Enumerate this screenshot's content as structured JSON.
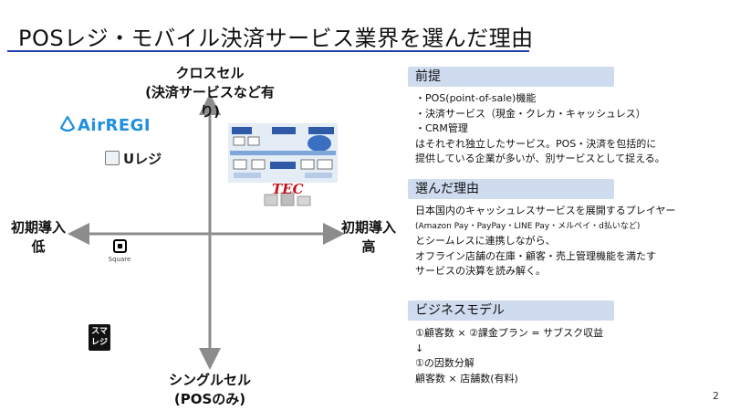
{
  "slide": {
    "title": "POSレジ・モバイル決済サービス業界を選んだ理由",
    "page_number": "2"
  },
  "quadrant": {
    "top_label_line1": "クロスセル",
    "top_label_line2": "(決済サービスなど有り)",
    "bottom_label_line1": "シングルセル",
    "bottom_label_line2": "(POSのみ)",
    "left_label_line1": "初期導入",
    "left_label_line2": "低",
    "right_label_line1": "初期導入",
    "right_label_line2": "高",
    "logos": {
      "airregi": "AirREGI",
      "ureji": "Uレジ",
      "square": "Square",
      "sumareji_line1": "スマ",
      "sumareji_line2": "レジ",
      "tec": "TEC"
    },
    "colors": {
      "axis": "#8c8c8c",
      "airregi": "#1f8fe0"
    }
  },
  "sections": {
    "premise": {
      "header": "前提",
      "lines": [
        "・POS(point-of-sale)機能",
        "・決済サービス（現金・クレカ・キャッシュレス）",
        "・CRM管理",
        "はそれぞれ独立したサービス。POS・決済を包括的に",
        "提供している企業が多いが、別サービスとして捉える。"
      ]
    },
    "reason": {
      "header": "選んだ理由",
      "line1": "日本国内のキャッシュレスサービスを展開するプレイヤー",
      "line2_small": "(Amazon Pay・PayPay・LINE Pay・メルペイ・d払いなど)",
      "line3": "とシームレスに連携しながら、",
      "line4": "オフライン店舗の在庫・顧客・売上管理機能を満たす",
      "line5": "サービスの決算を読み解く。"
    },
    "business_model": {
      "header": "ビジネスモデル",
      "lines": [
        "①顧客数 × ②課金プラン = サブスク収益",
        "↓",
        "①の因数分解",
        "顧客数 × 店舗数(有料)"
      ]
    },
    "header_color": "#cfdcf0"
  }
}
